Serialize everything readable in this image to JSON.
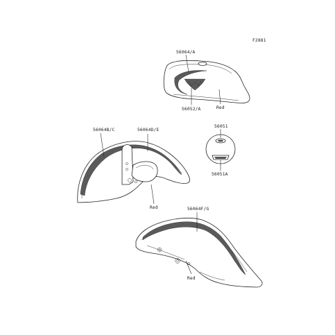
{
  "figure_code": "F2881",
  "labels": {
    "tank_top": "56064/A",
    "tank_bottom": "56052/A",
    "tank_color": "Red",
    "emblem_top": "56051",
    "emblem_bottom": "56051A",
    "front_fender_left": "56064B/C",
    "front_fender_right": "56064D/E",
    "front_fender_color": "Red",
    "rear_fender_top": "56064F/G",
    "rear_fender_color": "Red"
  }
}
